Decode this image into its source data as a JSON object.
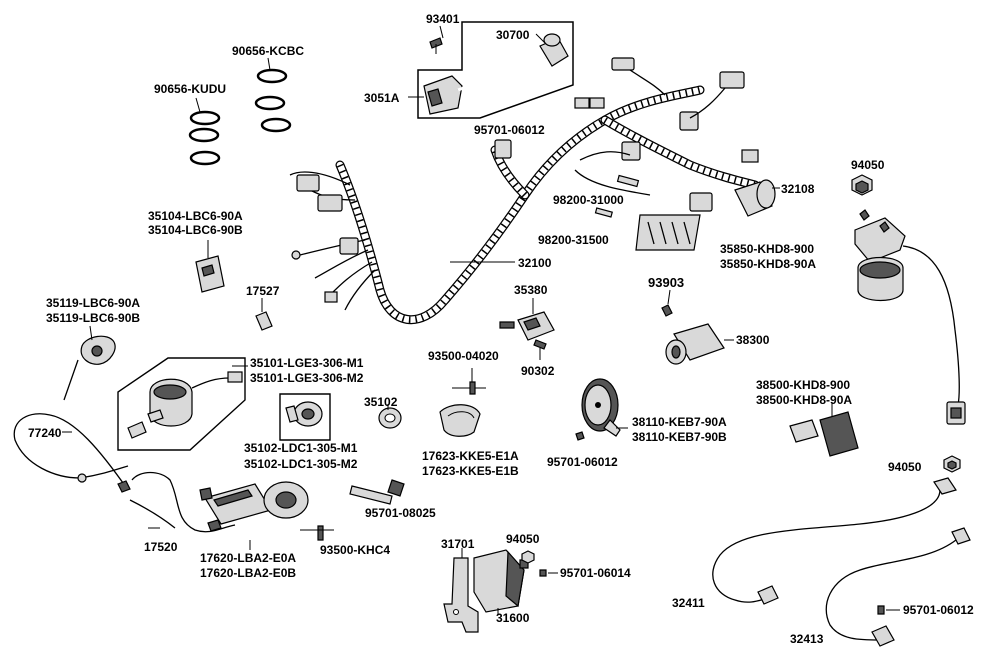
{
  "labels": {
    "p93401": "93401",
    "p30700": "30700",
    "p3051A": "3051A",
    "p95701_06012_top": "95701-06012",
    "p90656_KCBC": "90656-KCBC",
    "p90656_KUDU": "90656-KUDU",
    "p35104_a": "35104-LBC6-90A",
    "p35104_b": "35104-LBC6-90B",
    "p32100": "32100",
    "p32108": "32108",
    "p94050_top": "94050",
    "p98200_31000": "98200-31000",
    "p98200_31500": "98200-31500",
    "p35850_a": "35850-KHD8-900",
    "p35850_b": "35850-KHD8-90A",
    "p93903": "93903",
    "p35380": "35380",
    "p38300": "38300",
    "p17527": "17527",
    "p35119_a": "35119-LBC6-90A",
    "p35119_b": "35119-LBC6-90B",
    "p35101_a": "35101-LGE3-306-M1",
    "p35101_b": "35101-LGE3-306-M2",
    "p93500_04020": "93500-04020",
    "p90302": "90302",
    "p38500_a": "38500-KHD8-900",
    "p38500_b": "38500-KHD8-90A",
    "p35102": "35102",
    "p38110_a": "38110-KEB7-90A",
    "p38110_b": "38110-KEB7-90B",
    "p77240": "77240",
    "p35102_ldc_a": "35102-LDC1-305-M1",
    "p35102_ldc_b": "35102-LDC1-305-M2",
    "p95701_06012_mid": "95701-06012",
    "p17623_a": "17623-KKE5-E1A",
    "p17623_b": "17623-KKE5-E1B",
    "p94050_right": "94050",
    "p95701_08025": "95701-08025",
    "p17520": "17520",
    "p17620_a": "17620-LBA2-E0A",
    "p17620_b": "17620-LBA2-E0B",
    "p93500_KHC4": "93500-KHC4",
    "p31701": "31701",
    "p94050_bottom": "94050",
    "p95701_06014": "95701-06014",
    "p31600": "31600",
    "p32411": "32411",
    "p95701_06012_bottom": "95701-06012",
    "p32413": "32413"
  }
}
